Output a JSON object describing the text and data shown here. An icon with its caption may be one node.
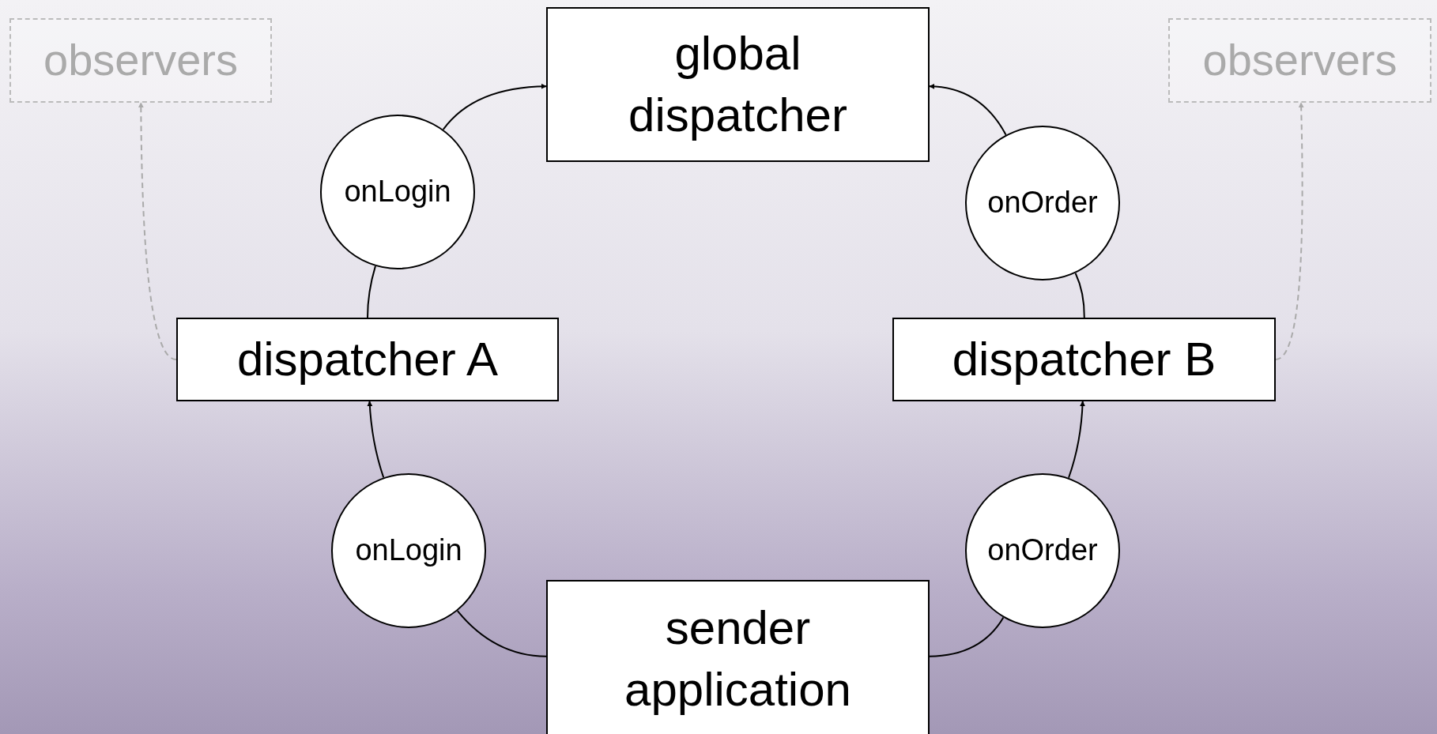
{
  "diagram": {
    "nodes": [
      {
        "text": [
          "observers"
        ]
      },
      {
        "text": [
          "global dispatcher"
        ]
      },
      {
        "text": [
          "observers"
        ]
      },
      {
        "text": [
          "onLogin"
        ]
      },
      {
        "text": [
          "onOrder"
        ]
      },
      {
        "text": [
          "dispatcher A"
        ]
      },
      {
        "text": [
          "dispatcher B"
        ]
      },
      {
        "text": [
          "onLogin"
        ]
      },
      {
        "text": [
          "onOrder"
        ]
      },
      {
        "text": [
          "sender application"
        ]
      }
    ],
    "edges": [
      {
        "from": 9,
        "to": 7,
        "arrow": "none"
      },
      {
        "from": 7,
        "to": 5,
        "arrow": "to"
      },
      {
        "from": 5,
        "to": 3,
        "arrow": "none"
      },
      {
        "from": 3,
        "to": 1,
        "arrow": "to"
      },
      {
        "from": 9,
        "to": 8,
        "arrow": "none"
      },
      {
        "from": 8,
        "to": 6,
        "arrow": "to"
      },
      {
        "from": 6,
        "to": 4,
        "arrow": "none"
      },
      {
        "from": 4,
        "to": 1,
        "arrow": "to"
      },
      {
        "from": 5,
        "to": 0,
        "arrow": "to",
        "style": "dashed",
        "color": "#aaaaaa"
      },
      {
        "from": 6,
        "to": 2,
        "arrow": "to",
        "style": "dashed",
        "color": "#aaaaaa"
      }
    ]
  }
}
